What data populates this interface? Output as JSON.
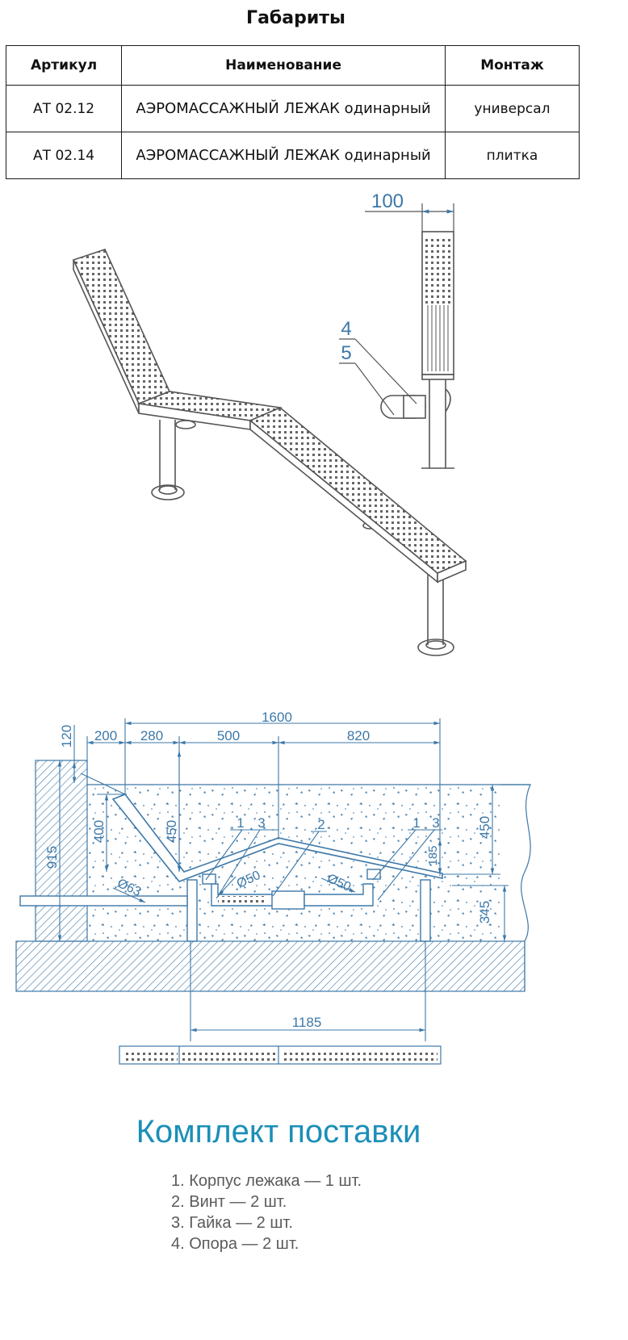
{
  "title": "Габариты",
  "table": {
    "headers": [
      "Артикул",
      "Наименование",
      "Монтаж"
    ],
    "rows": [
      [
        "АТ 02.12",
        "АЭРОМАССАЖНЫЙ ЛЕЖАК одинарный",
        "универсал"
      ],
      [
        "АТ 02.14",
        "АЭРОМАССАЖНЫЙ ЛЕЖАК одинарный",
        "плитка"
      ]
    ]
  },
  "side_view": {
    "width_label": "100",
    "callout_4": "4",
    "callout_5": "5"
  },
  "section": {
    "dim_1600": "1600",
    "dim_200": "200",
    "dim_280": "280",
    "dim_500": "500",
    "dim_820": "820",
    "dim_120": "120",
    "dim_400": "400",
    "dim_450_left": "450",
    "dim_915": "915",
    "dim_450_right": "450",
    "dim_185": "185",
    "dim_345": "345",
    "dim_1185": "1185",
    "pipe_63": "Ø63",
    "pipe_50a": "Ø50",
    "pipe_50b": "Ø50",
    "callout_1a": "1",
    "callout_3a": "3",
    "callout_2": "2",
    "callout_1b": "1",
    "callout_3b": "3"
  },
  "colors": {
    "drawing_line": "#3d78a8",
    "kit_title": "#1a8fb8",
    "dark_line": "#555555"
  },
  "kit": {
    "title": "Комплект поставки",
    "items": [
      "1. Корпус лежака — 1 шт.",
      "2. Винт — 2 шт.",
      "3. Гайка — 2 шт.",
      "4. Опора — 2 шт."
    ]
  }
}
